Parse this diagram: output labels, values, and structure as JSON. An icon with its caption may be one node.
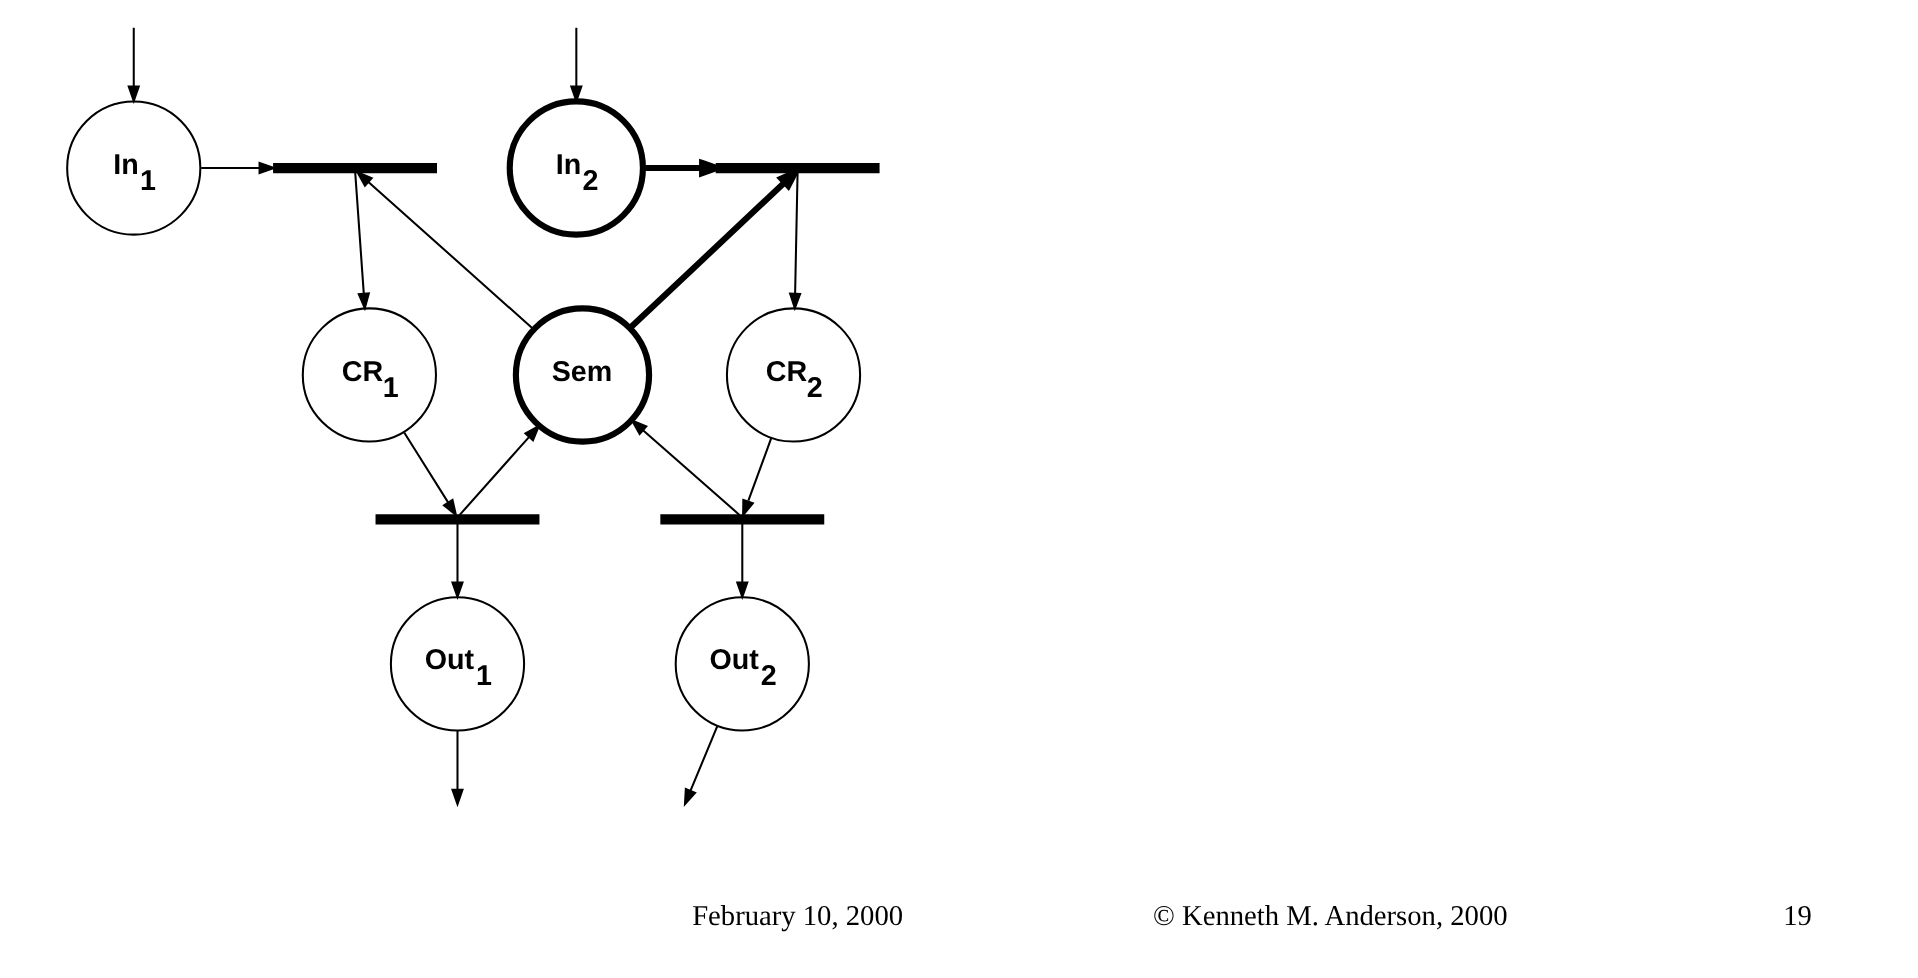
{
  "diagram": {
    "nodes": [
      {
        "text": [
          "In$_{1}$"
        ]
      },
      {
        "text": [
          "In$_{2}$"
        ]
      },
      {
        "text": [],
        "shape": "bar"
      },
      {
        "text": [],
        "shape": "bar"
      },
      {
        "text": [
          "CR$_{1}$"
        ]
      },
      {
        "text": [
          "Sem"
        ]
      },
      {
        "text": [
          "CR$_{2}$"
        ]
      },
      {
        "text": [],
        "shape": "bar"
      },
      {
        "text": [],
        "shape": "bar"
      },
      {
        "text": [
          "Out$_{1}$"
        ]
      },
      {
        "text": [
          "Out$_{2}$"
        ]
      }
    ],
    "edges": [
      {
        "from": null,
        "to": 0,
        "arrow": "to"
      },
      {
        "from": 0,
        "to": 2,
        "arrow": "to"
      },
      {
        "from": 5,
        "to": 2,
        "arrow": "to"
      },
      {
        "from": 2,
        "to": 4,
        "arrow": "to"
      },
      {
        "from": 4,
        "to": 7,
        "arrow": "to"
      },
      {
        "from": 7,
        "to": 5,
        "arrow": "to"
      },
      {
        "from": 7,
        "to": 9,
        "arrow": "to"
      },
      {
        "from": 9,
        "to": null,
        "arrow": "to"
      },
      {
        "from": null,
        "to": 1,
        "arrow": "to"
      },
      {
        "from": 5,
        "to": 3,
        "arrow": "to",
        "style": "thick"
      },
      {
        "from": 1,
        "to": 3,
        "arrow": "to",
        "style": "thick"
      },
      {
        "from": 3,
        "to": 6,
        "arrow": "to"
      },
      {
        "from": 6,
        "to": 8,
        "arrow": "to"
      },
      {
        "from": 8,
        "to": 5,
        "arrow": "to"
      },
      {
        "from": 8,
        "to": 10,
        "arrow": "to"
      },
      {
        "from": 10,
        "to": null,
        "arrow": "to"
      }
    ],
    "labels": [
      "February 10, 2000",
      "© Kenneth M. Anderson, 2000",
      "19"
    ]
  }
}
